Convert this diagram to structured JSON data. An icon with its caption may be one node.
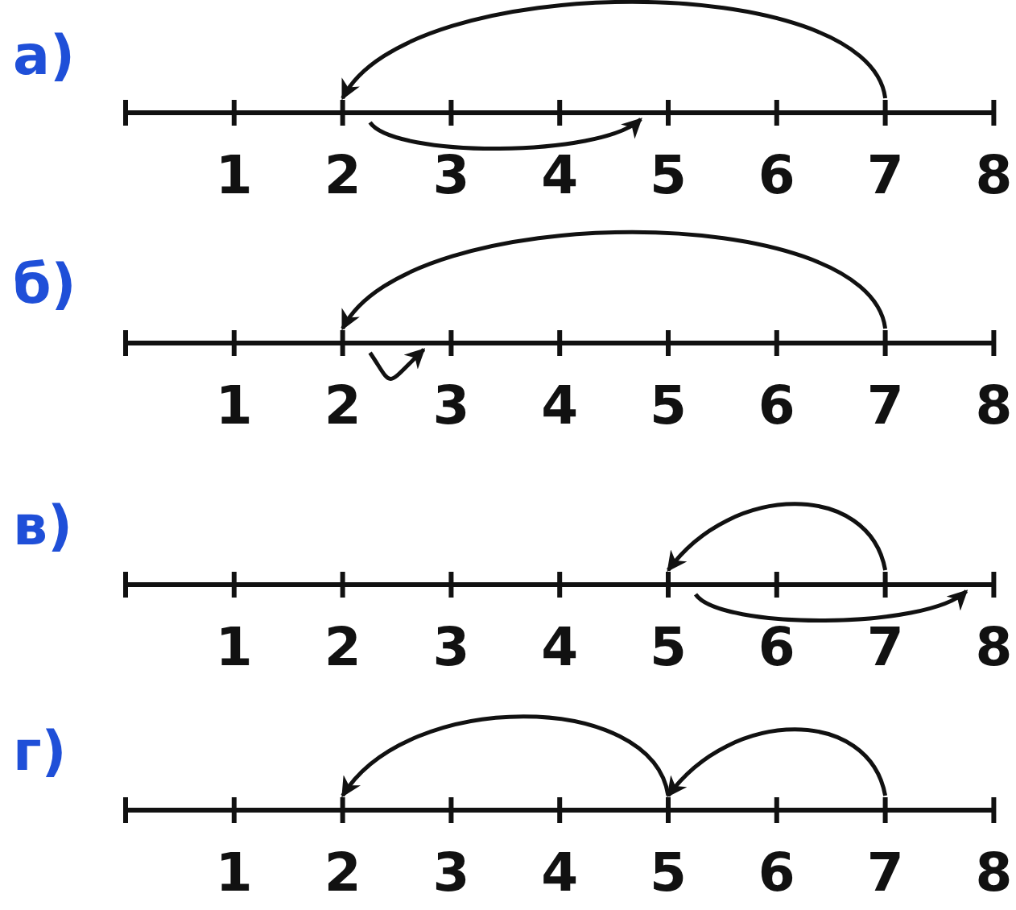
{
  "diagram": {
    "nodes": [
      {
        "text": [
          "1"
        ]
      },
      {
        "text": [
          "2"
        ]
      },
      {
        "text": [
          "3"
        ]
      },
      {
        "text": [
          "4"
        ]
      },
      {
        "text": [
          "5"
        ]
      },
      {
        "text": [
          "6"
        ]
      },
      {
        "text": [
          "7"
        ]
      },
      {
        "text": [
          "8"
        ]
      },
      {
        "text": [
          "1"
        ]
      },
      {
        "text": [
          "2"
        ]
      },
      {
        "text": [
          "3"
        ]
      },
      {
        "text": [
          "4"
        ]
      },
      {
        "text": [
          "5"
        ]
      },
      {
        "text": [
          "6"
        ]
      },
      {
        "text": [
          "7"
        ]
      },
      {
        "text": [
          "8"
        ]
      },
      {
        "text": [
          "1"
        ]
      },
      {
        "text": [
          "2"
        ]
      },
      {
        "text": [
          "3"
        ]
      },
      {
        "text": [
          "4"
        ]
      },
      {
        "text": [
          "5"
        ]
      },
      {
        "text": [
          "6"
        ]
      },
      {
        "text": [
          "7"
        ]
      },
      {
        "text": [
          "8"
        ]
      },
      {
        "text": [
          "1"
        ]
      },
      {
        "text": [
          "2"
        ]
      },
      {
        "text": [
          "3"
        ]
      },
      {
        "text": [
          "4"
        ]
      },
      {
        "text": [
          "5"
        ]
      },
      {
        "text": [
          "6"
        ]
      },
      {
        "text": [
          "7"
        ]
      },
      {
        "text": [
          "8"
        ]
      }
    ],
    "edges": [
      {
        "from": 6,
        "to": 1,
        "arrow": "to"
      },
      {
        "from": 1,
        "to": 4,
        "arrow": "to"
      },
      {
        "from": 14,
        "to": 9,
        "arrow": "to"
      },
      {
        "from": 9,
        "to": 10,
        "arrow": "to"
      },
      {
        "from": 22,
        "to": 20,
        "arrow": "to"
      },
      {
        "from": 20,
        "to": 23,
        "arrow": "to"
      },
      {
        "from": 30,
        "to": 28,
        "arrow": "to"
      },
      {
        "from": 28,
        "to": 25,
        "arrow": "to"
      }
    ],
    "labels": [
      "а)",
      "б)",
      "в)",
      "г)"
    ]
  }
}
